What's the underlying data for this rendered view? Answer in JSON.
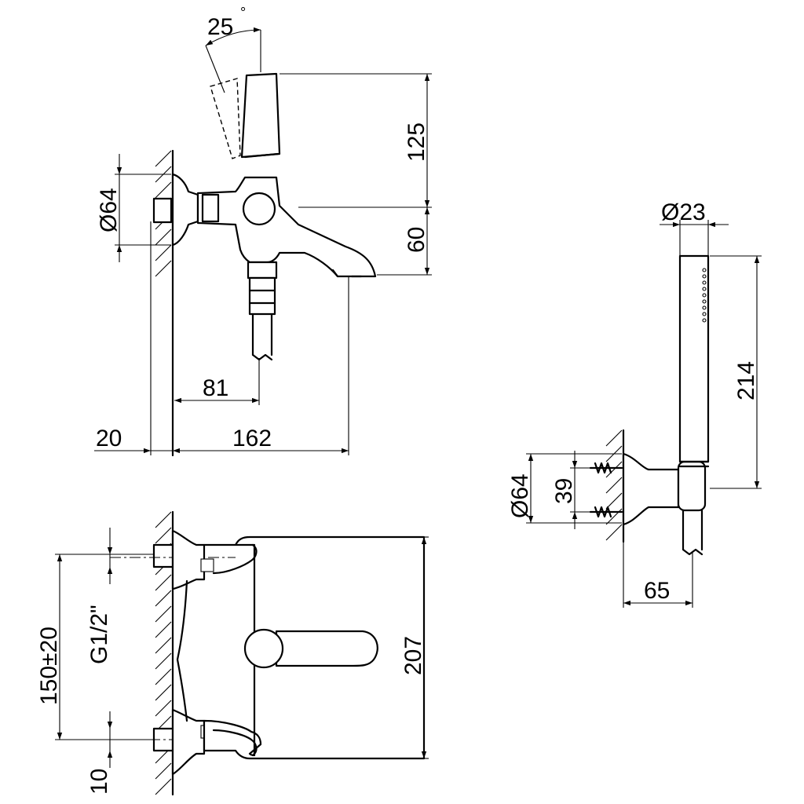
{
  "dimensions": {
    "angle": "25",
    "degree_mark": "°",
    "height_upper": "125",
    "height_lower": "60",
    "dia_flange_side": "Ø64",
    "dist_81": "81",
    "dist_20": "20",
    "dist_162": "162",
    "dia_handle": "Ø23",
    "length_handle": "214",
    "dia_flange_holder": "Ø64",
    "holder_39": "39",
    "holder_65": "65",
    "centers": "150±20",
    "thread": "G1/2\"",
    "height_207": "207",
    "offset_10": "10"
  }
}
